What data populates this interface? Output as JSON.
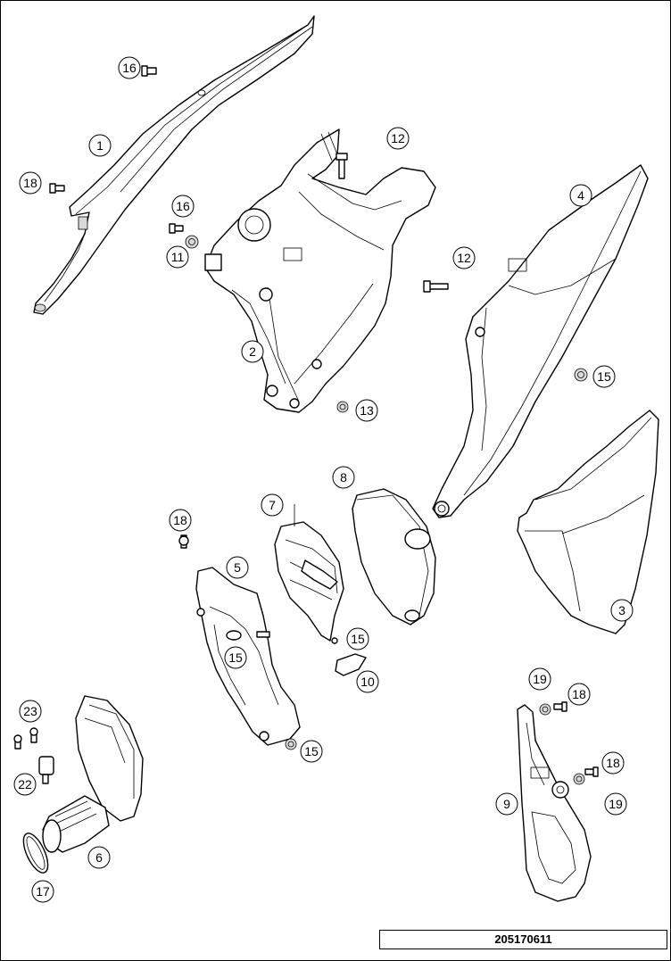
{
  "diagram": {
    "drawing_number": "205170611",
    "callouts": [
      {
        "id": "c-1",
        "label": "1"
      },
      {
        "id": "c-2",
        "label": "2"
      },
      {
        "id": "c-3",
        "label": "3"
      },
      {
        "id": "c-4",
        "label": "4"
      },
      {
        "id": "c-5",
        "label": "5"
      },
      {
        "id": "c-6",
        "label": "6"
      },
      {
        "id": "c-7",
        "label": "7"
      },
      {
        "id": "c-8",
        "label": "8"
      },
      {
        "id": "c-9",
        "label": "9"
      },
      {
        "id": "c-10",
        "label": "10"
      },
      {
        "id": "c-11",
        "label": "11"
      },
      {
        "id": "c-12a",
        "label": "12"
      },
      {
        "id": "c-12b",
        "label": "12"
      },
      {
        "id": "c-13",
        "label": "13"
      },
      {
        "id": "c-15a",
        "label": "15"
      },
      {
        "id": "c-15b",
        "label": "15"
      },
      {
        "id": "c-15c",
        "label": "15"
      },
      {
        "id": "c-15d",
        "label": "15"
      },
      {
        "id": "c-16a",
        "label": "16"
      },
      {
        "id": "c-16b",
        "label": "16"
      },
      {
        "id": "c-17",
        "label": "17"
      },
      {
        "id": "c-18a",
        "label": "18"
      },
      {
        "id": "c-18b",
        "label": "18"
      },
      {
        "id": "c-18c",
        "label": "18"
      },
      {
        "id": "c-18d",
        "label": "18"
      },
      {
        "id": "c-19a",
        "label": "19"
      },
      {
        "id": "c-19b",
        "label": "19"
      },
      {
        "id": "c-22",
        "label": "22"
      },
      {
        "id": "c-23",
        "label": "23"
      }
    ]
  }
}
